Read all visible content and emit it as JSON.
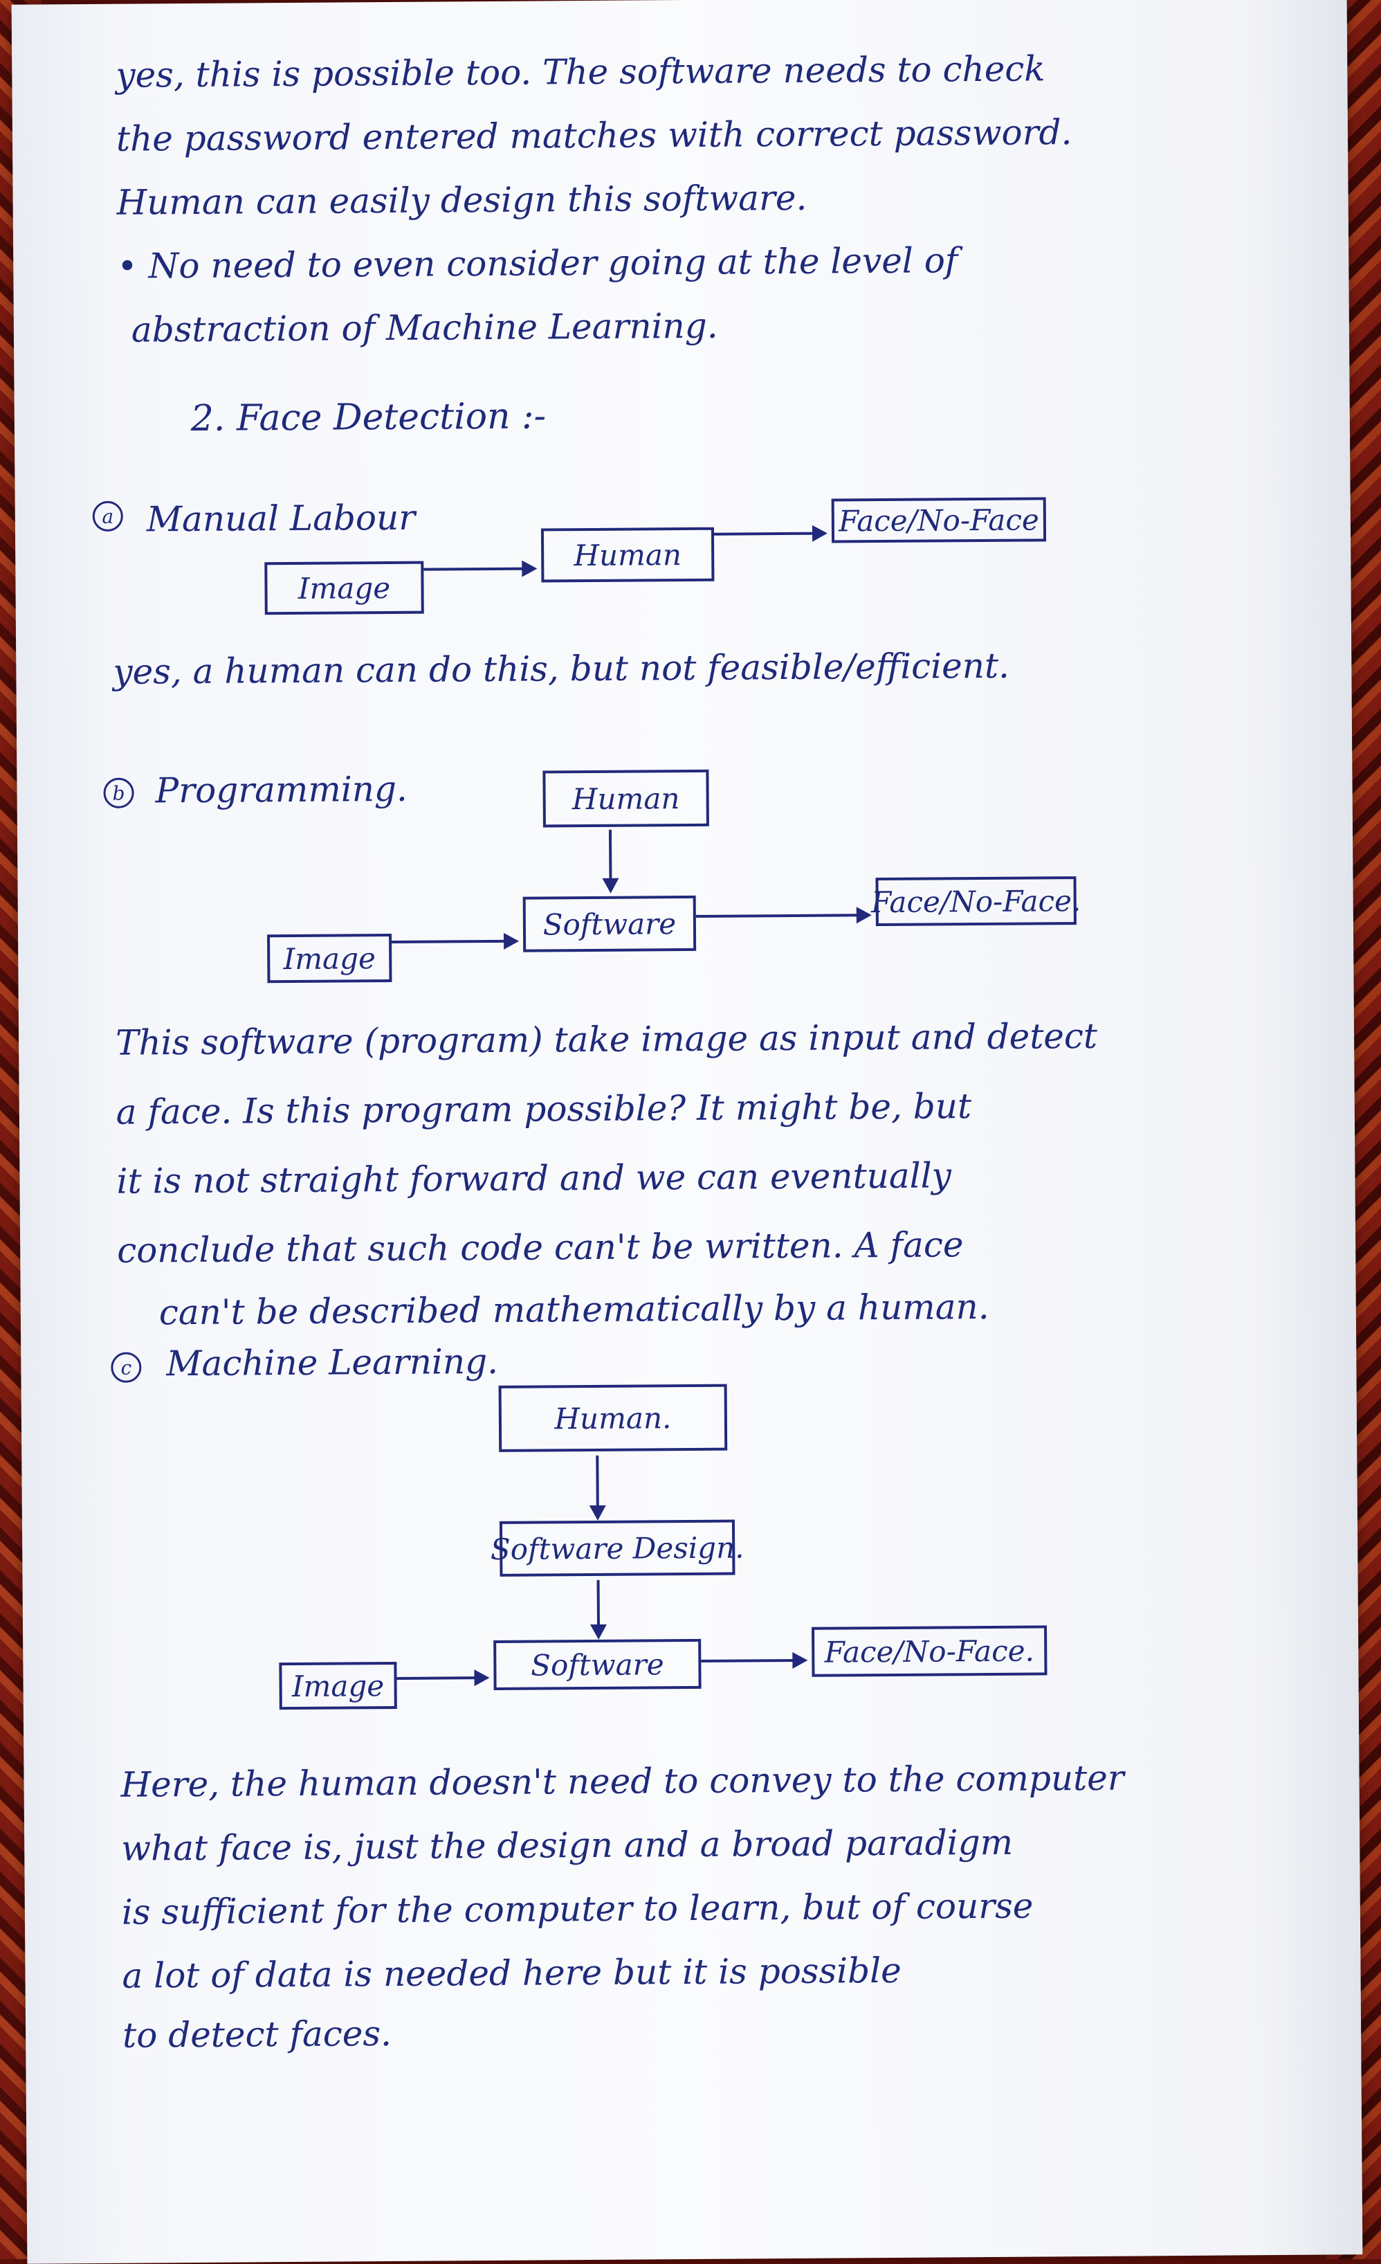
{
  "paragraph_intro": {
    "lines": [
      "yes, this is possible too. The software needs to check",
      "the password entered matches with correct password.",
      "Human can easily design this software.",
      "• No need to even consider going at the level of",
      "abstraction of Machine Learning."
    ]
  },
  "section2_heading": "2. Face Detection :-",
  "part_a": {
    "marker": "a",
    "title": "Manual Labour",
    "box_image": "Image",
    "box_human": "Human",
    "box_output": "Face/No-Face",
    "note": "yes, a human can do this, but not feasible/efficient."
  },
  "part_b": {
    "marker": "b",
    "title": "Programming.",
    "box_human": "Human",
    "box_image": "Image",
    "box_software": "Software",
    "box_output": "Face/No-Face.",
    "lines": [
      "This software (program) take image as input and detect",
      "a face. Is this program possible? It might be, but",
      "it is not straight forward and we can eventually",
      "conclude that such code can't be written. A face",
      "can't be described mathematically by a human."
    ]
  },
  "part_c": {
    "marker": "c",
    "title": "Machine Learning.",
    "box_human": "Human.",
    "box_design": "Software Design.",
    "box_image": "Image",
    "box_software": "Software",
    "box_output": "Face/No-Face.",
    "lines": [
      "Here, the human doesn't need to convey to the computer",
      "what face is, just the design and a broad paradigm",
      "is sufficient for the computer to learn, but of course",
      "a lot of data is needed here but it is possible",
      "to detect faces."
    ]
  }
}
